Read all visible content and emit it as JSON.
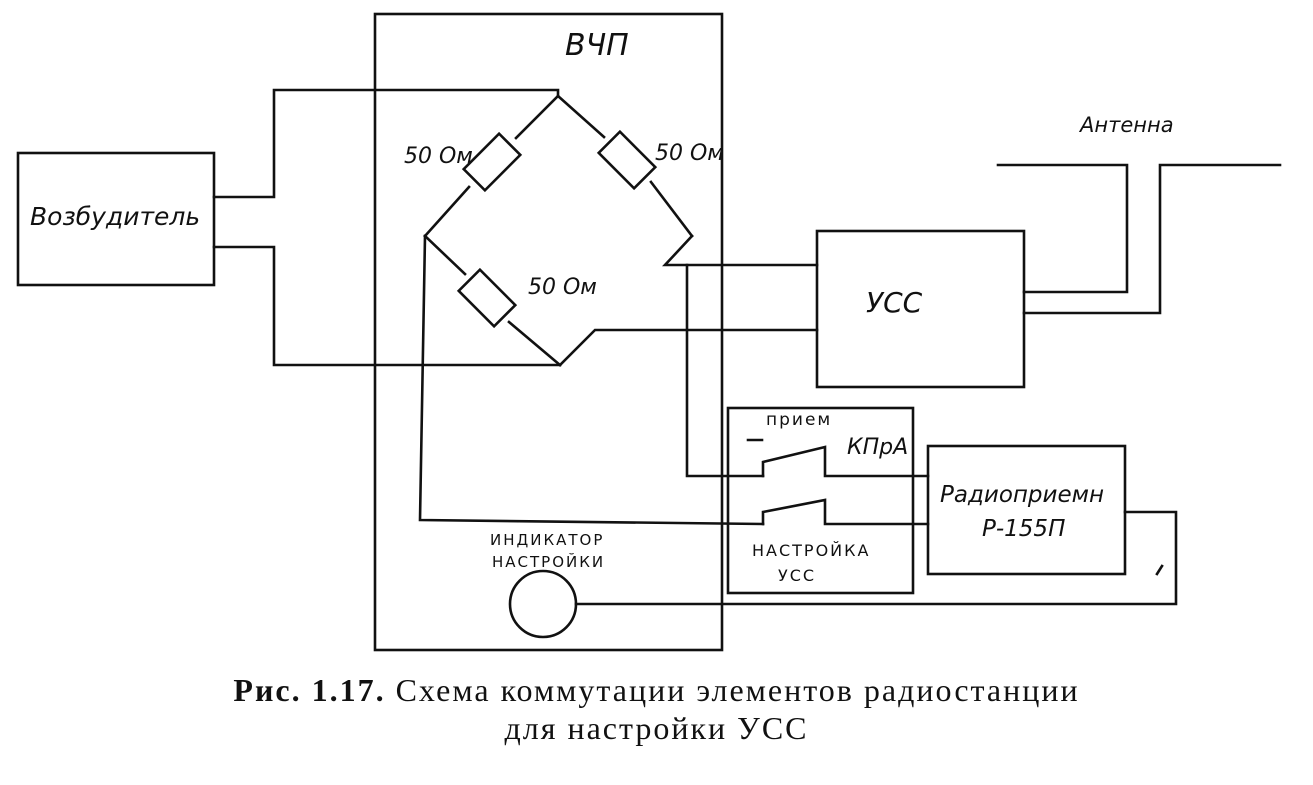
{
  "labels": {
    "vchp": "ВЧП",
    "exciter": "Возбудитель",
    "resistor_top_left": "50 Ом",
    "resistor_top_right": "50 Ом",
    "resistor_mid": "50 Ом",
    "antenna": "Антенна",
    "uss": "УСС",
    "receive": "прием",
    "kpra": "КПрА",
    "receiver_line1": "Радиоприемн",
    "receiver_line2": "Р-155П",
    "indicator_line1": "ИНДИКАТОР",
    "indicator_line2": "НАСТРОЙКИ",
    "tuning_line1": "НАСТРОЙКА",
    "tuning_line2": "УСС"
  },
  "caption": {
    "prefix": "Рис. 1.17.",
    "line1": "Схема коммутации элементов радиостанции",
    "line2": "для настройки УСС"
  }
}
